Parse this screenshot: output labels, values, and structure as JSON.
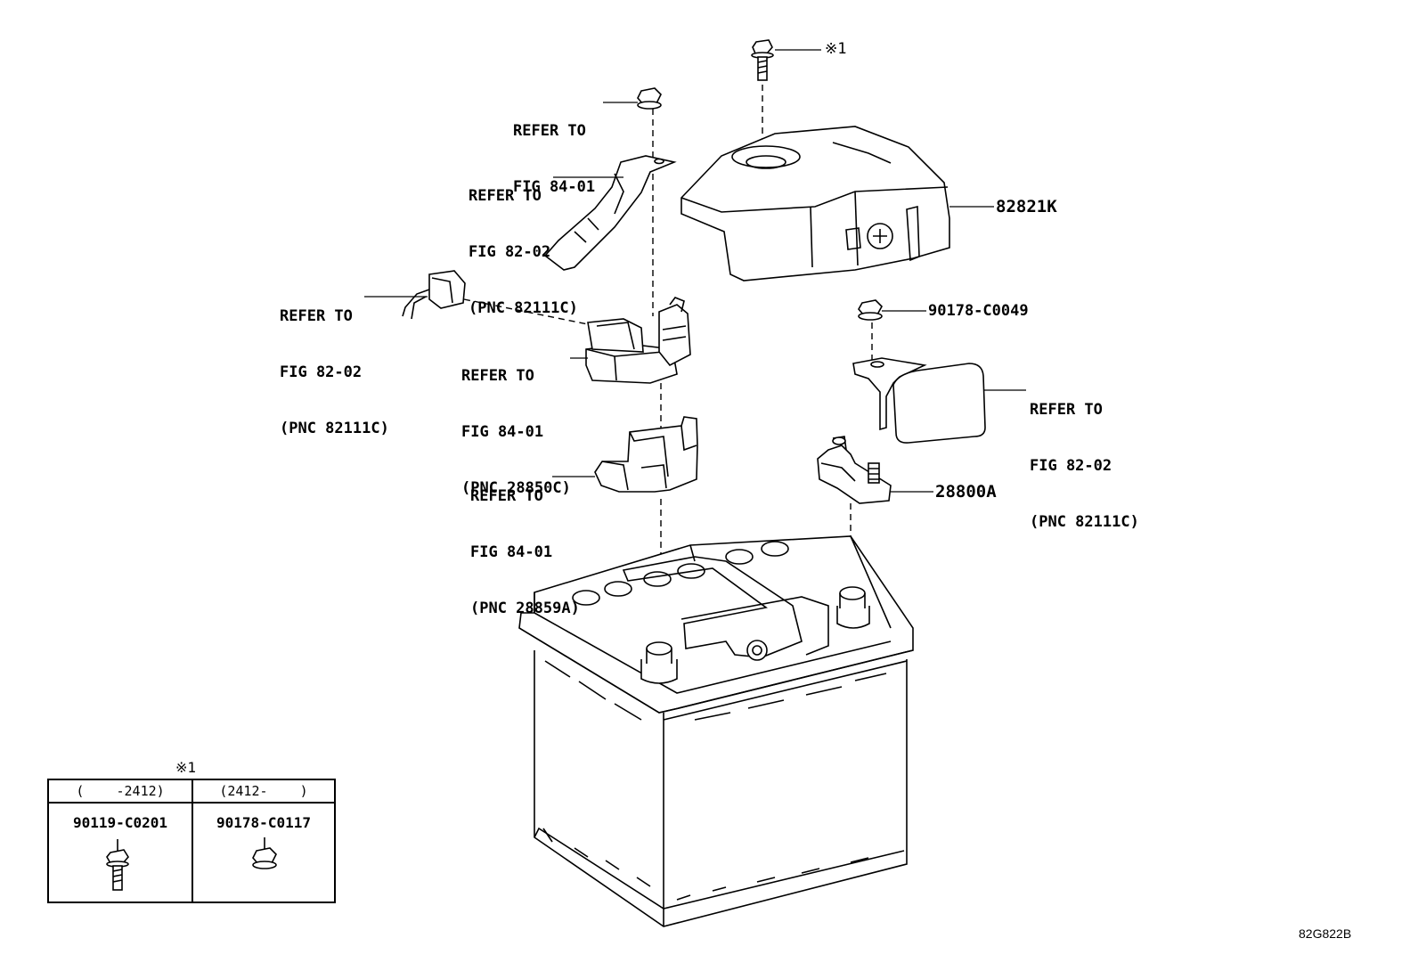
{
  "callouts": {
    "bolt_top_note": "※1",
    "nut_top_ref": [
      "REFER TO",
      "FIG 84-01"
    ],
    "bracket_ref": [
      "REFER TO",
      "FIG 82-02",
      "(PNC 82111C)"
    ],
    "connector_ref": [
      "REFER TO",
      "FIG 82-02",
      "(PNC 82111C)"
    ],
    "sensor_ref": [
      "REFER TO",
      "FIG 84-01",
      "(PNC 28850C)"
    ],
    "holder_ref": [
      "REFER TO",
      "FIG 84-01",
      "(PNC 28859A)"
    ],
    "cover_ref": [
      "REFER TO",
      "FIG 82-02",
      "(PNC 82111C)"
    ]
  },
  "part_numbers": {
    "cover": "82821K",
    "nut": "90178-C0049",
    "terminal": "28800A"
  },
  "table": {
    "mark": "※1",
    "columns": [
      {
        "header": "(    -2412)",
        "part": "90119-C0201",
        "icon": "flange-bolt-icon"
      },
      {
        "header": "(2412-    )",
        "part": "90178-C0117",
        "icon": "flange-nut-icon"
      }
    ]
  },
  "figure_code": "82G822B"
}
